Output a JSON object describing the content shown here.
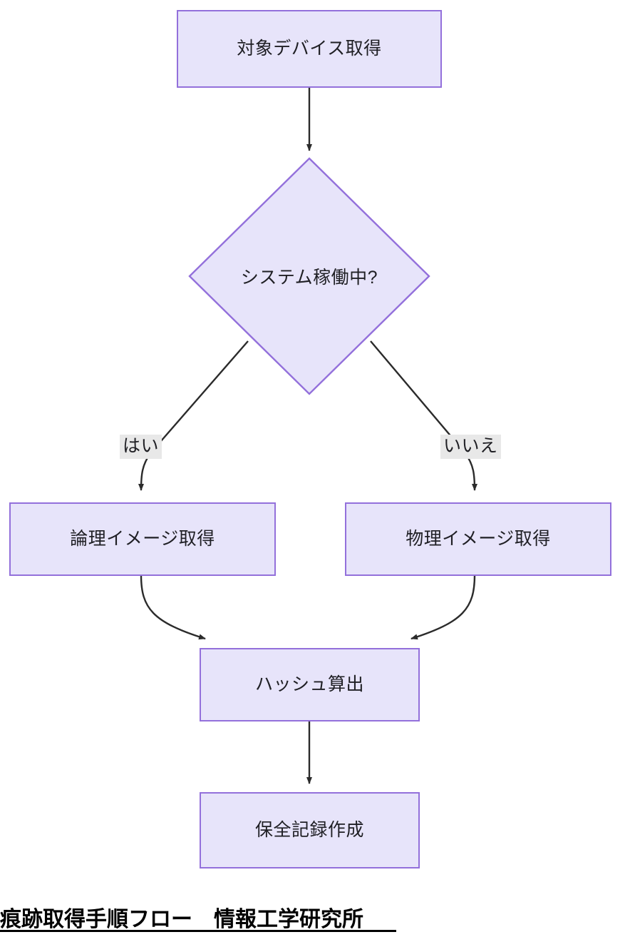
{
  "diagram": {
    "type": "flowchart",
    "direction": "top-down",
    "theme": {
      "node_fill": "#e7e4fa",
      "node_border": "#9370db",
      "node_text": "#1f1f24",
      "edge_stroke": "#2b2b2b",
      "edge_label_bg": "#e8e8e8",
      "background": "#ffffff",
      "caption_color": "#000000"
    },
    "nodes": [
      {
        "id": "acquire-device",
        "shape": "rect",
        "label": "対象デバイス取得"
      },
      {
        "id": "system-running",
        "shape": "diamond",
        "label": "システム稼働中?"
      },
      {
        "id": "logical-image",
        "shape": "rect",
        "label": "論理イメージ取得"
      },
      {
        "id": "physical-image",
        "shape": "rect",
        "label": "物理イメージ取得"
      },
      {
        "id": "hash-compute",
        "shape": "rect",
        "label": "ハッシュ算出"
      },
      {
        "id": "record-create",
        "shape": "rect",
        "label": "保全記録作成"
      }
    ],
    "edges": [
      {
        "from": "acquire-device",
        "to": "system-running",
        "label": ""
      },
      {
        "from": "system-running",
        "to": "logical-image",
        "label": "はい"
      },
      {
        "from": "system-running",
        "to": "physical-image",
        "label": "いいえ"
      },
      {
        "from": "logical-image",
        "to": "hash-compute",
        "label": ""
      },
      {
        "from": "physical-image",
        "to": "hash-compute",
        "label": ""
      },
      {
        "from": "hash-compute",
        "to": "record-create",
        "label": ""
      }
    ]
  },
  "caption": {
    "text": "痕跡取得手順フロー　情報工学研究所"
  }
}
